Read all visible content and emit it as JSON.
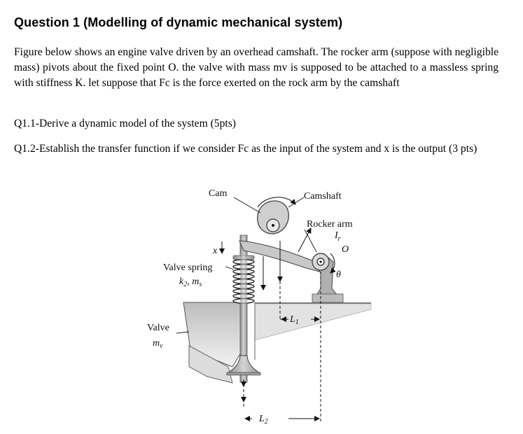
{
  "question": {
    "title": "Question 1 (Modelling of dynamic mechanical system)",
    "intro": "Figure below shows an engine valve driven by an overhead camshaft. The rocker arm (suppose with negligible mass) pivots about the fixed point O. the valve with mass mv is supposed to be attached to a massless spring with stiffness K. let suppose that Fc is the force exerted on the rock arm by the camshaft",
    "q1_1": "Q1.1-Derive a dynamic model of the system (5pts)",
    "q1_2": "Q1.2-Establish the transfer function if we consider Fc as the input of the system and x is the output (3 pts)"
  },
  "figure": {
    "cam": "Cam",
    "camshaft": "Camshaft",
    "rocker_arm": "Rocker arm",
    "ir": "I",
    "ir_sub": "r",
    "o": "O",
    "x": "x",
    "valve_spring": "Valve spring",
    "k2": "k",
    "k2_sub": "2",
    "ms": ", m",
    "ms_sub": "s",
    "l1": "L",
    "l1_sub": "1",
    "l2": "L",
    "l2_sub": "2",
    "valve": "Valve",
    "mv": "m",
    "mv_sub": "v",
    "theta": "θ"
  }
}
